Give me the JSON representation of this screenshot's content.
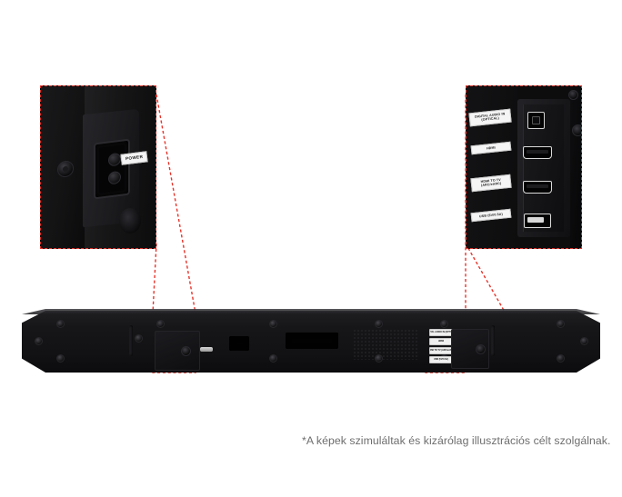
{
  "page": {
    "background_color": "#ffffff",
    "accent_color": "#e8332a",
    "caption_color": "#6e6e6e"
  },
  "caption": {
    "text": "*A képek szimuláltak és kizárólag illusztrációs célt szolgálnak."
  },
  "callout_left": {
    "title": "power-connector-detail",
    "border_color": "#e8332a",
    "labels": {
      "power": "POWER"
    }
  },
  "callout_right": {
    "title": "connection-ports-detail",
    "border_color": "#e8332a",
    "ports": [
      {
        "id": "optical",
        "label": "DIGITAL AUDIO IN\n(OPTICAL)"
      },
      {
        "id": "hdmi",
        "label": "HDMI"
      },
      {
        "id": "hdmi-tv",
        "label": "HDMI TO TV\n(ARC/eARC)"
      },
      {
        "id": "usb",
        "label": "USB (5V/0.5A)"
      }
    ]
  },
  "soundbar": {
    "name": "soundbar-rear-panel",
    "body_color": "#141416",
    "port_labels": [
      "DIGITAL AUDIO IN (OPTICAL)",
      "HDMI",
      "HDMI TO TV (ARC/eARC)",
      "USB (5V/0.5A)"
    ],
    "power_label": "POWER"
  }
}
